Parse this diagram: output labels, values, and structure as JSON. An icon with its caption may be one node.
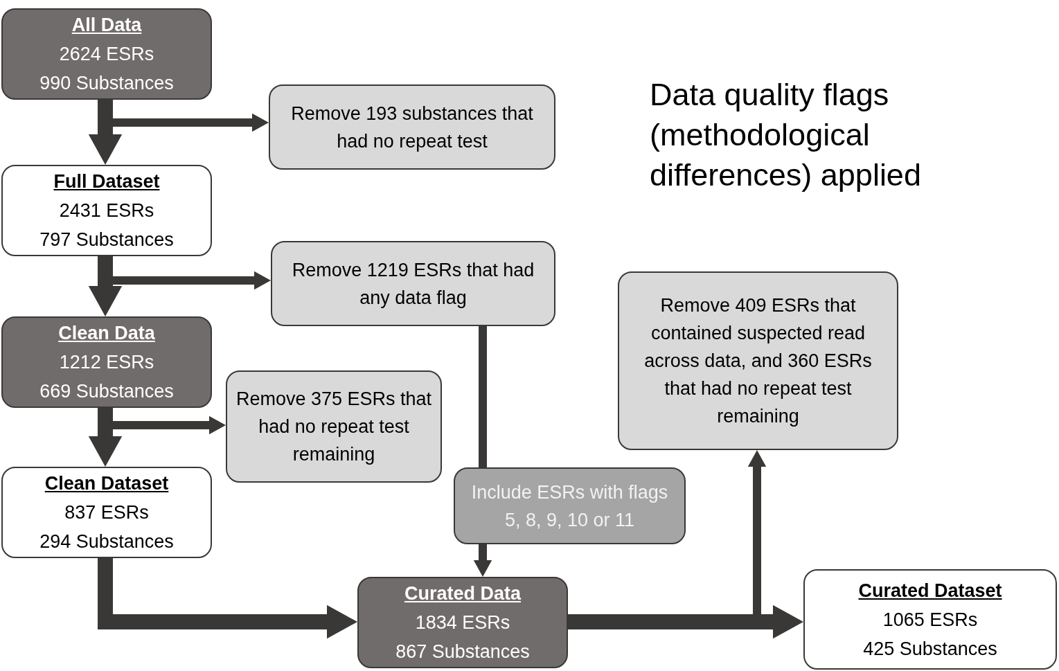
{
  "diagram": {
    "nodes": [
      {
        "text": [
          "All Data",
          "2624 ESRs",
          "990 Substances"
        ]
      },
      {
        "text": [
          "Remove 193 substances that had no repeat test"
        ]
      },
      {
        "text": [
          "Full Dataset",
          "2431 ESRs",
          "797 Substances"
        ]
      },
      {
        "text": [
          "Remove 1219 ESRs that had any data flag"
        ]
      },
      {
        "text": [
          "Clean Data",
          "1212 ESRs",
          "669 Substances"
        ]
      },
      {
        "text": [
          "Remove 375 ESRs that had no repeat test remaining"
        ]
      },
      {
        "text": [
          "Clean Dataset",
          "837 ESRs",
          "294 Substances"
        ]
      },
      {
        "text": [
          "Include ESRs with flags 5, 8, 9, 10 or 11"
        ]
      },
      {
        "text": [
          "Curated Data",
          "1834 ESRs",
          "867 Substances"
        ]
      },
      {
        "text": [
          "Remove 409 ESRs that contained suspected read across data, and 360 ESRs that had no repeat test remaining"
        ]
      },
      {
        "text": [
          "Curated Dataset",
          "1065 ESRs",
          "425 Substances"
        ]
      }
    ],
    "edges": [
      {
        "from": 0,
        "to": 2,
        "arrow": "to",
        "style": "thick"
      },
      {
        "from": 0,
        "to": 1,
        "arrow": "to"
      },
      {
        "from": 2,
        "to": 4,
        "arrow": "to",
        "style": "thick"
      },
      {
        "from": 2,
        "to": 3,
        "arrow": "to"
      },
      {
        "from": 4,
        "to": 6,
        "arrow": "to",
        "style": "thick"
      },
      {
        "from": 4,
        "to": 5,
        "arrow": "to"
      },
      {
        "from": 6,
        "to": 8,
        "arrow": "to",
        "style": "thick"
      },
      {
        "from": 3,
        "to": 7,
        "arrow": "none"
      },
      {
        "from": 7,
        "to": 8,
        "arrow": "to"
      },
      {
        "from": 8,
        "to": 10,
        "arrow": "to",
        "style": "thick"
      },
      {
        "from": 8,
        "to": 9,
        "arrow": "to"
      }
    ],
    "labels": [
      "Data quality flags (methodological differences) applied"
    ]
  }
}
